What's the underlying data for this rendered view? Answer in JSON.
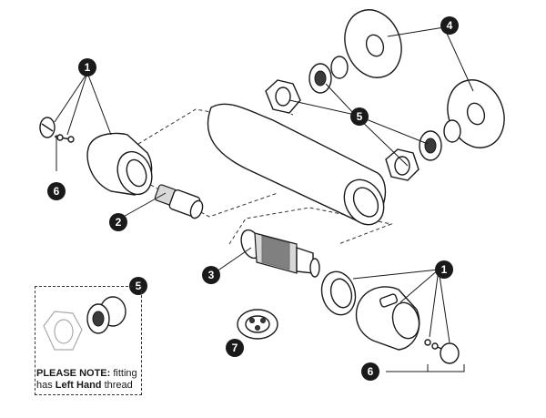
{
  "labels": {
    "one": "1",
    "two": "2",
    "three": "3",
    "four": "4",
    "five": "5",
    "six": "6",
    "seven": "7"
  },
  "note": {
    "prefix": "PLEASE NOTE:",
    "line1_rest": " fitting",
    "line2_start": "has ",
    "line2_bold": "Left Hand",
    "line2_end": " thread"
  },
  "colors": {
    "ink": "#1a1a1a",
    "badge_fill": "#1a1a1a",
    "badge_text": "#ffffff",
    "part_fill": "#ffffff",
    "shade": "#d8d8d8"
  }
}
